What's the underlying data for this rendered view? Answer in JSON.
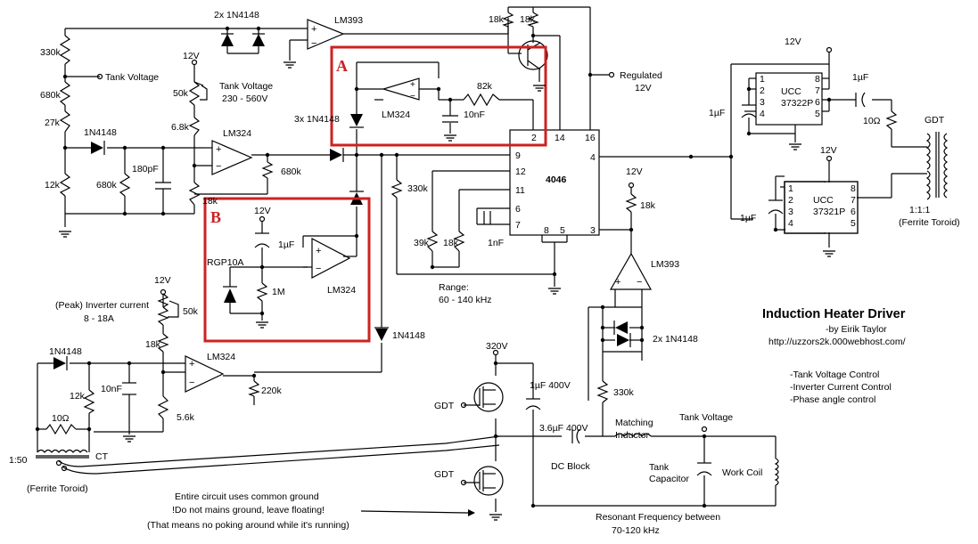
{
  "title": "Induction Heater Driver",
  "credits": {
    "author": "-by Eirik Taylor",
    "url": "http://uzzors2k.000webhost.com/"
  },
  "features": [
    "-Tank Voltage Control",
    "-Inverter Current Control",
    "-Phase angle control"
  ],
  "highlight_boxes": [
    {
      "label": "A",
      "color": "#cc2222"
    },
    {
      "label": "B",
      "color": "#cc2222"
    }
  ],
  "labels": {
    "diodes_2x_top": "2x 1N4148",
    "comp_top": "LM393",
    "r_330k": "330k",
    "tank_voltage_in": "Tank Voltage",
    "r_680k_a": "680k",
    "r_27k": "27k",
    "d_1n4148_a": "1N4148",
    "r_12k_a": "12k",
    "r_680k_b": "680k",
    "c_180pf": "180pF",
    "v12_pot": "12V",
    "pot_50k_a": "50k",
    "tank_voltage_range": "Tank Voltage",
    "tank_voltage_range2": "230 - 560V",
    "r_6k8": "6.8k",
    "opamp_lm324_a": "LM324",
    "r_680k_c": "680k",
    "r_18k_a": "18k",
    "diodes_3x": "3x 1N4148",
    "opamp_lm324_box_a": "LM324",
    "r_82k": "82k",
    "c_10nf_a": "10nF",
    "r_18k_t1": "18k",
    "r_18k_t2": "18k",
    "regulated": "Regulated",
    "regulated2": "12V",
    "ic_4046": "4046",
    "pin_2": "2",
    "pin_14": "14",
    "pin_16": "16",
    "pin_9": "9",
    "pin_12": "12",
    "pin_11": "11",
    "pin_6": "6",
    "pin_7": "7",
    "pin_8": "8",
    "pin_5": "5",
    "pin_3": "3",
    "pin_4": "4",
    "r_330k_b": "330k",
    "r_39k": "39k",
    "r_18k_b": "18k",
    "c_1nf": "1nF",
    "range": "Range:",
    "range2": "60 - 140 kHz",
    "v12_b": "12V",
    "c_1uf_b": "1µF",
    "rgp10a": "RGP10A",
    "r_1m": "1M",
    "opamp_lm324_b": "LM324",
    "d_1n4148_b": "1N4148",
    "v12_r": "12V",
    "r_18k_r": "18k",
    "comp_lm393_b": "LM393",
    "diodes_2x_b": "2x 1N4148",
    "r_330k_c": "330k",
    "peak_current": "(Peak) Inverter current",
    "peak_current2": "8 - 18A",
    "v12_c": "12V",
    "pot_50k_b": "50k",
    "r_18k_c": "18k",
    "d_1n4148_c": "1N4148",
    "r_12k_b": "12k",
    "c_10nf_b": "10nF",
    "opamp_lm324_c": "LM324",
    "r_220k": "220k",
    "r_5k6": "5.6k",
    "r_10ohm_a": "10Ω",
    "ratio_ct": "1:50",
    "ct": "CT",
    "ferrite_a": "(Ferrite Toroid)",
    "v320": "320V",
    "gdt_a": "GDT",
    "gdt_b": "GDT",
    "c_1uf_400v": "1µF 400V",
    "c_3u6_400v": "3.6µF 400V",
    "dc_block": "DC Block",
    "matching": "Matching",
    "inductor": "Inductor",
    "tank_voltage_out": "Tank Voltage",
    "tank": "Tank",
    "capacitor": "Capacitor",
    "work_coil": "Work Coil",
    "resonant": "Resonant Frequency between",
    "resonant2": "70-120 kHz",
    "note1": "Entire circuit uses common ground",
    "note2": "!Do not mains ground, leave floating!",
    "note3": "(That means no poking around while it's running)",
    "v12_ucc_a": "12V",
    "ucc_a": "UCC",
    "ucc_a2": "37322P",
    "v12_ucc_b": "12V",
    "ucc_b": "UCC",
    "ucc_b2": "37321P",
    "c_1uf_ua": "1µF",
    "c_1uf_ub": "1µF",
    "c_1uf_out": "1µF",
    "r_10ohm_b": "10Ω",
    "gdt_c": "GDT",
    "ratio_gdt": "1:1:1",
    "ferrite_b": "(Ferrite Toroid)",
    "ua_1": "1",
    "ua_2": "2",
    "ua_3": "3",
    "ua_4": "4",
    "ua_5": "5",
    "ua_6": "6",
    "ua_7": "7",
    "ua_8": "8",
    "ub_1": "1",
    "ub_2": "2",
    "ub_3": "3",
    "ub_4": "4",
    "ub_5": "5",
    "ub_6": "6",
    "ub_7": "7",
    "ub_8": "8"
  }
}
